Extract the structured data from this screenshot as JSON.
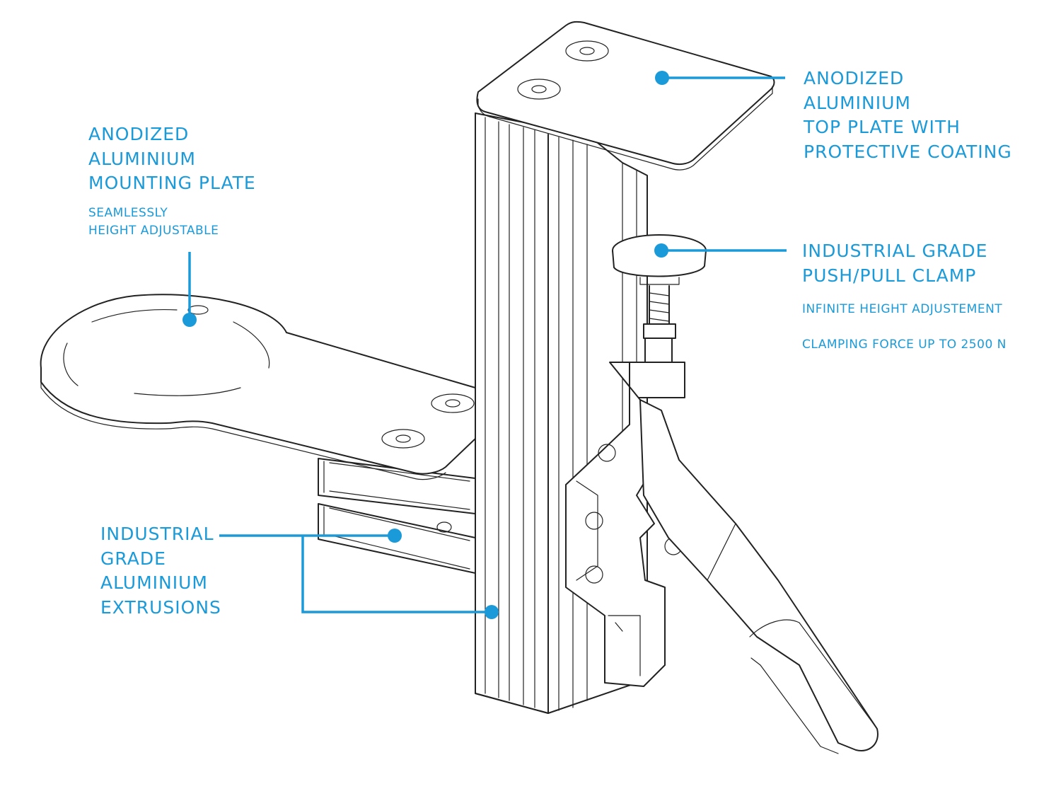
{
  "colors": {
    "accent": "#1a9ad9",
    "line": "#222222",
    "background": "#ffffff"
  },
  "callouts": {
    "top_plate": {
      "title": "ANODIZED\nALUMINIUM\nTOP PLATE WITH\nPROTECTIVE COATING"
    },
    "mounting_plate": {
      "title": "ANODIZED\nALUMINIUM\nMOUNTING PLATE",
      "subtitle": "SEAMLESSLY\nHEIGHT ADJUSTABLE"
    },
    "clamp": {
      "title": "INDUSTRIAL GRADE\nPUSH/PULL CLAMP",
      "notes": [
        "INFINITE HEIGHT ADJUSTEMENT",
        "CLAMPING FORCE UP TO 2500 N"
      ]
    },
    "extrusions": {
      "title": "INDUSTRIAL\nGRADE\nALUMINIUM\nEXTRUSIONS"
    }
  }
}
